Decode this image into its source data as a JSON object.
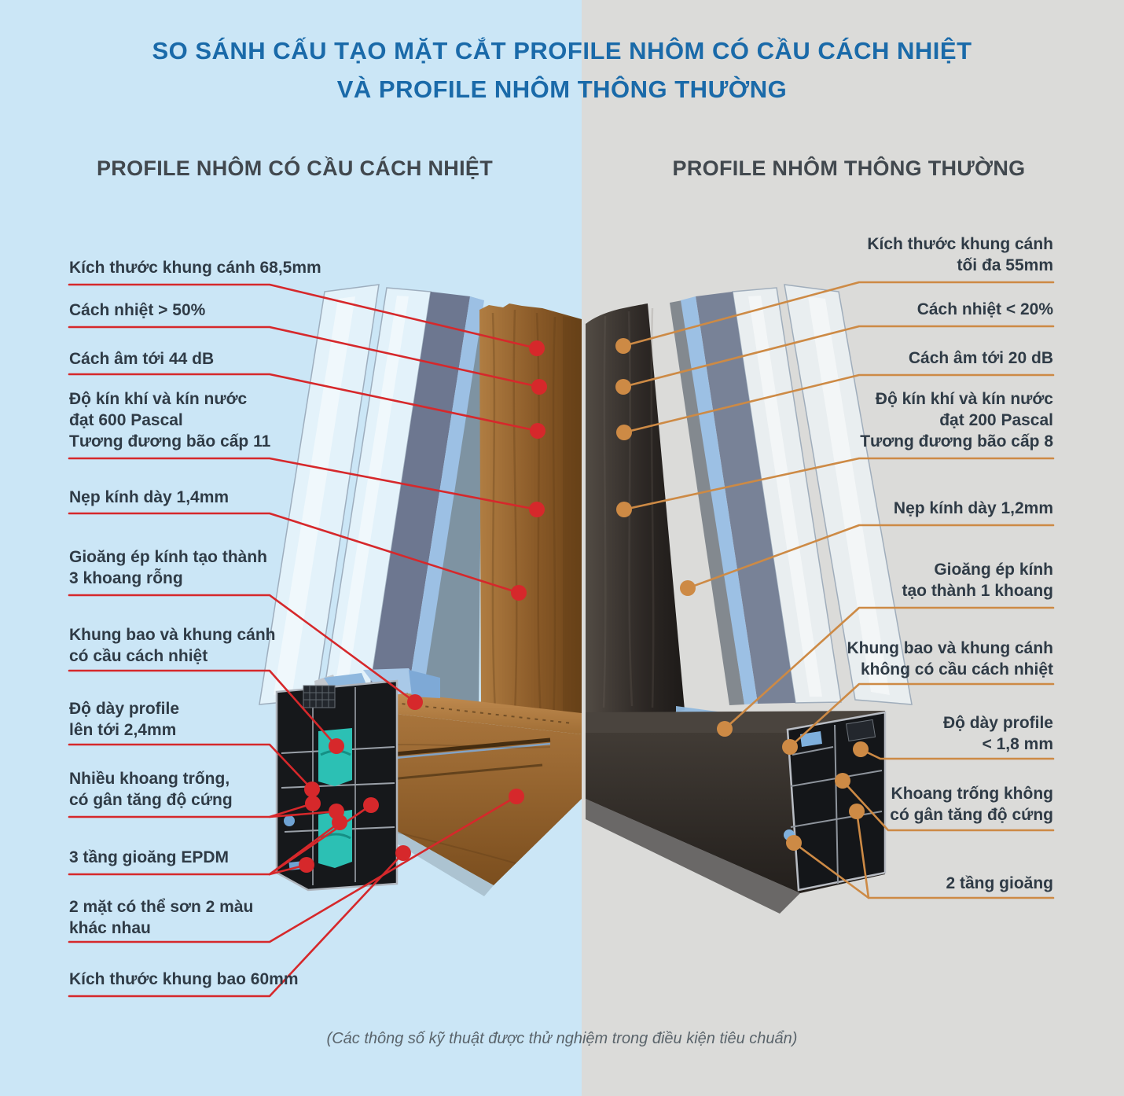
{
  "theme": {
    "bg_left": "#cbe6f6",
    "bg_right": "#dbdbd9",
    "title_color": "#1a6aa9",
    "header_color": "#41484e",
    "label_color": "#2f3b46",
    "accent_left": "#d6282b",
    "accent_right": "#cd8a45",
    "note_color": "#5a646b",
    "wood_color": "#8a5a28",
    "dark_profile_color": "#2c2724",
    "thermal_break_color": "#2cc0b4",
    "gasket_color": "#9cc0e4"
  },
  "page": {
    "title_line1": "SO SÁNH CẤU TẠO MẶT CẮT PROFILE NHÔM CÓ CẦU CÁCH NHIỆT",
    "title_line2": "VÀ PROFILE NHÔM THÔNG THƯỜNG",
    "footnote": "(Các thông số kỹ thuật được thử nghiệm trong điều kiện tiêu chuẩn)"
  },
  "left_panel": {
    "header": "PROFILE NHÔM CÓ CẦU CÁCH NHIỆT",
    "labels": [
      {
        "text": "Kích thước khung cánh 68,5mm"
      },
      {
        "text": "Cách nhiệt > 50%"
      },
      {
        "text": "Cách âm tới 44 dB"
      },
      {
        "text": "Độ kín khí và kín nước\nđạt 600 Pascal\nTương đương bão cấp 11"
      },
      {
        "text": "Nẹp kính dày 1,4mm"
      },
      {
        "text": "Gioăng ép kính tạo thành\n3 khoang rỗng"
      },
      {
        "text": "Khung bao và khung cánh\ncó cầu cách nhiệt"
      },
      {
        "text": "Độ dày profile\nlên tới 2,4mm"
      },
      {
        "text": "Nhiều khoang trống,\ncó gân tăng độ cứng"
      },
      {
        "text": "3 tầng gioăng EPDM"
      },
      {
        "text": "2 mặt có thể sơn 2 màu\nkhác nhau"
      },
      {
        "text": "Kích thước khung bao 60mm"
      }
    ]
  },
  "right_panel": {
    "header": "PROFILE NHÔM THÔNG THƯỜNG",
    "labels": [
      {
        "text": "Kích thước khung cánh\ntối đa 55mm"
      },
      {
        "text": "Cách nhiệt < 20%"
      },
      {
        "text": "Cách âm tới 20 dB"
      },
      {
        "text": "Độ kín khí và kín nước\nđạt 200 Pascal\nTương đương bão cấp 8"
      },
      {
        "text": "Nẹp kính dày 1,2mm"
      },
      {
        "text": "Gioăng ép kính\ntạo thành 1 khoang"
      },
      {
        "text": "Khung bao và khung cánh\nkhông có cầu cách nhiệt"
      },
      {
        "text": "Độ dày profile\n< 1,8 mm"
      },
      {
        "text": "Khoang trống không\ncó gân tăng độ cứng"
      },
      {
        "text": "2 tầng gioăng"
      }
    ]
  }
}
